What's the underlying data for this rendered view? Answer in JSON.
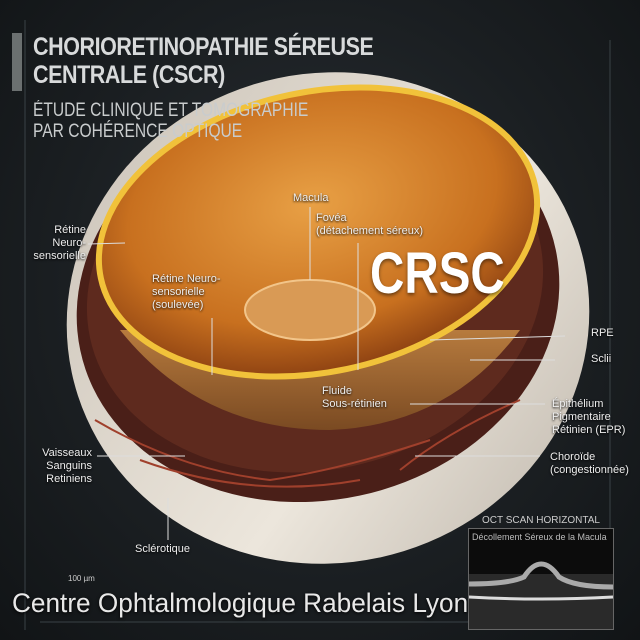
{
  "header": {
    "title_line1": "CHORIORETINOPATHIE SÉREUSE",
    "title_line2": "CENTRALE (CSCR)",
    "subtitle_line1": "ÉTUDE CLINIQUE ET TOMOGRAPHIE",
    "subtitle_line2": "PAR COHÉRENCE OPTIQUE"
  },
  "badge": "CRSC",
  "labels": {
    "retine_neuro": [
      "Rétine",
      "Neuro-",
      "sensorielle"
    ],
    "retine_soulevee": [
      "Rétine Neuro-",
      "sensorielle",
      "(soulevée)"
    ],
    "macula": "Macula",
    "fovea": [
      "Fovéa",
      "(détachement séreux)"
    ],
    "fluide": [
      "Fluide",
      "Sous-rétinien"
    ],
    "rpe": "RPE",
    "sclii": "Sclii",
    "epr": [
      "Épithélium",
      "Pigmentaire",
      "Rétinien (EPR)"
    ],
    "choroide": [
      "Choroïde",
      "(congestionnée)"
    ],
    "vaisseaux": [
      "Vaisseaux",
      "Sanguins",
      "Retiniens"
    ],
    "sclerotique": "Sclérotique"
  },
  "oct": {
    "title": "OCT SCAN HORIZONTAL",
    "caption": "Décollement Séreux de la Macula"
  },
  "scale_bar": "100 µm",
  "watermark": "Centre Ophtalmologique Rabelais Lyon",
  "colors": {
    "background": "#1c2022",
    "retina": "#d9862e",
    "sclera": "#e4ddd2",
    "choroid": "#4a1f18"
  }
}
